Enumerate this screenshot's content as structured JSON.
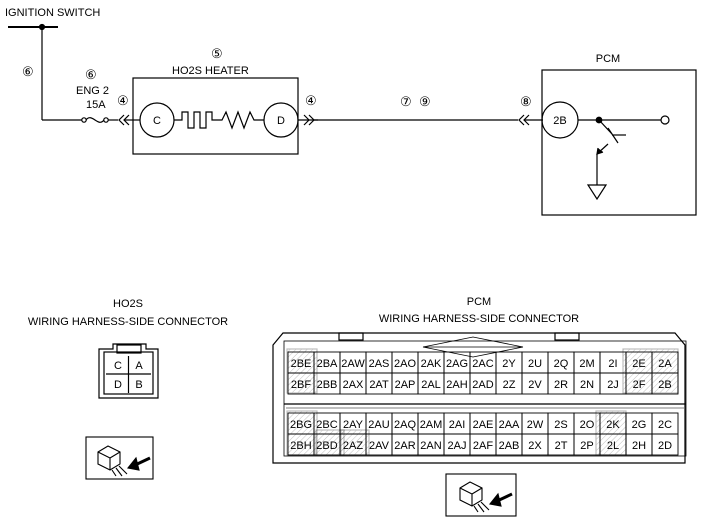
{
  "wiring": {
    "ignition_switch": "IGNITION SWITCH",
    "callout_6a": "⑥",
    "callout_6b": "⑥",
    "fuse_name": "ENG 2",
    "fuse_rating": "15A",
    "callout_4a": "④",
    "callout_4b": "④",
    "callout_5": "⑤",
    "heater_title": "HO2S HEATER",
    "terminal_c": "C",
    "terminal_d": "D",
    "callout_7": "⑦",
    "callout_9": "⑨",
    "callout_8": "⑧",
    "pcm_title": "PCM",
    "pcm_terminal": "2B"
  },
  "ho2s_connector": {
    "title_line1": "HO2S",
    "title_line2": "WIRING HARNESS-SIDE CONNECTOR",
    "pins": [
      "C",
      "A",
      "D",
      "B"
    ]
  },
  "pcm_connector": {
    "title_line1": "PCM",
    "title_line2": "WIRING HARNESS-SIDE CONNECTOR",
    "rows": [
      [
        "2BE",
        "2BA",
        "2AW",
        "2AS",
        "2AO",
        "2AK",
        "2AG",
        "2AC",
        "2Y",
        "2U",
        "2Q",
        "2M",
        "2I",
        "2E",
        "2A"
      ],
      [
        "2BF",
        "2BB",
        "2AX",
        "2AT",
        "2AP",
        "2AL",
        "2AH",
        "2AD",
        "2Z",
        "2V",
        "2R",
        "2N",
        "2J",
        "2F",
        "2B"
      ],
      [
        "2BG",
        "2BC",
        "2AY",
        "2AU",
        "2AQ",
        "2AM",
        "2AI",
        "2AE",
        "2AA",
        "2W",
        "2S",
        "2O",
        "2K",
        "2G",
        "2C"
      ],
      [
        "2BH",
        "2BD",
        "2AZ",
        "2AV",
        "2AR",
        "2AN",
        "2AJ",
        "2AF",
        "2AB",
        "2X",
        "2T",
        "2P",
        "2L",
        "2H",
        "2D"
      ]
    ]
  }
}
